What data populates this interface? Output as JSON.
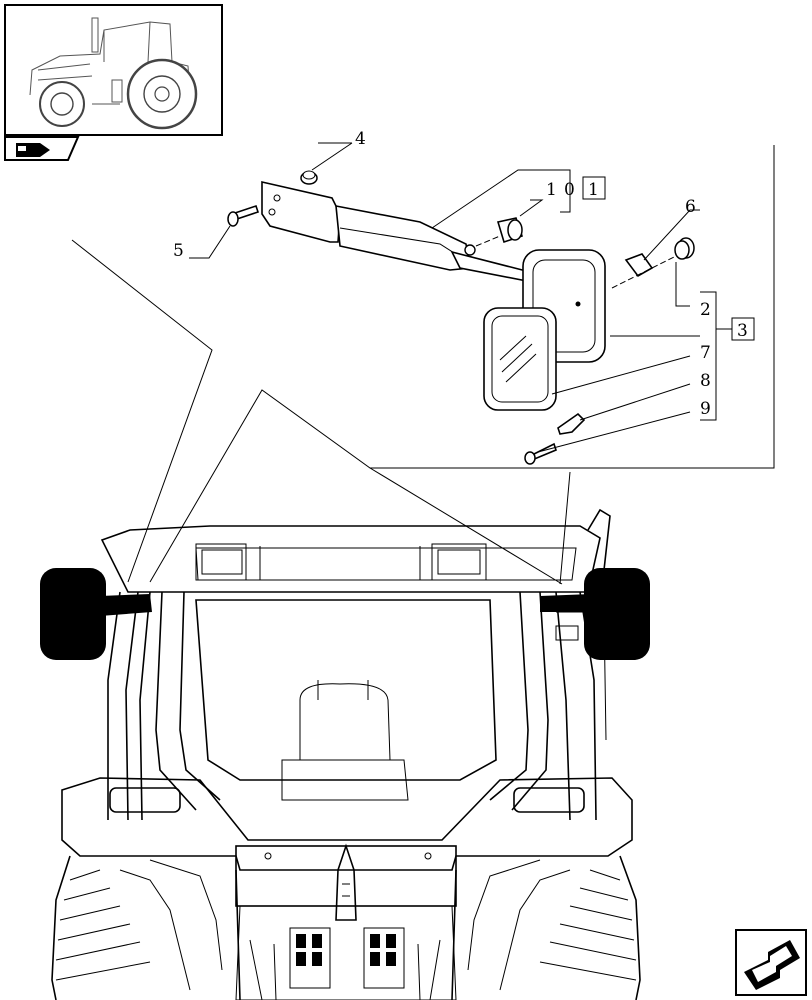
{
  "callouts": {
    "c1": "1",
    "c0": "0",
    "c1box": "1",
    "c2": "2",
    "c3box": "3",
    "c4": "4",
    "c5": "5",
    "c6": "6",
    "c7": "7",
    "c8": "8",
    "c9": "9"
  },
  "icons": {
    "thumbnail": "tractor-thumbnail-icon",
    "section": "section-arrow-icon",
    "next": "next-page-arrow-icon"
  }
}
